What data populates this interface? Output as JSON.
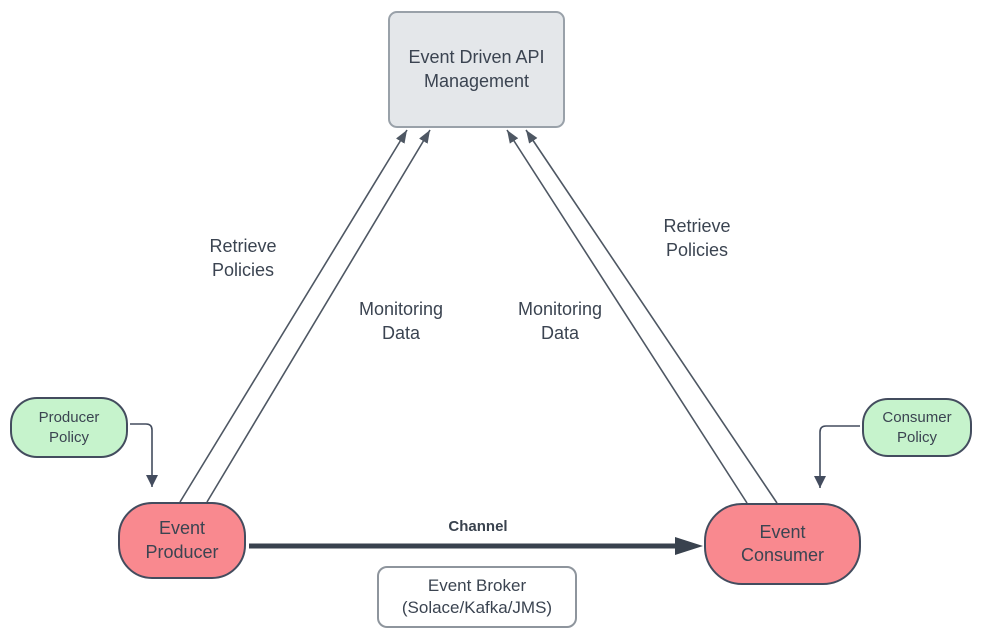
{
  "diagram": {
    "nodes": {
      "api_management": {
        "label": "Event Driven API\nManagement",
        "fill": "#E4E7EA",
        "border": "#99A1A9"
      },
      "event_producer": {
        "label": "Event\nProducer",
        "fill": "#F9898F",
        "border": "#434C5E"
      },
      "event_consumer": {
        "label": "Event\nConsumer",
        "fill": "#F9898F",
        "border": "#434C5E"
      },
      "producer_policy": {
        "label": "Producer\nPolicy",
        "fill": "#C6F3CC",
        "border": "#434C5E"
      },
      "consumer_policy": {
        "label": "Consumer\nPolicy",
        "fill": "#C6F3CC",
        "border": "#434C5E"
      },
      "event_broker": {
        "label": "Event Broker\n(Solace/Kafka/JMS)",
        "fill": "#FFFFFF",
        "border": "#8E959D"
      }
    },
    "edges": {
      "retrieve_policies_left": {
        "label": "Retrieve\nPolicies",
        "from": "event_producer",
        "to": "api_management"
      },
      "monitoring_data_left": {
        "label": "Monitoring\nData",
        "from": "event_producer",
        "to": "api_management"
      },
      "monitoring_data_right": {
        "label": "Monitoring\nData",
        "from": "event_consumer",
        "to": "api_management"
      },
      "retrieve_policies_right": {
        "label": "Retrieve\nPolicies",
        "from": "event_consumer",
        "to": "api_management"
      },
      "channel": {
        "label": "Channel",
        "from": "event_producer",
        "to": "event_consumer"
      },
      "producer_policy_link": {
        "from": "producer_policy",
        "to": "event_producer"
      },
      "consumer_policy_link": {
        "from": "consumer_policy",
        "to": "event_consumer"
      }
    },
    "colors": {
      "background": "#FFFFFF",
      "text": "#3B4451",
      "thin_arrow": "#4E5763",
      "channel_arrow": "#39424E"
    }
  }
}
